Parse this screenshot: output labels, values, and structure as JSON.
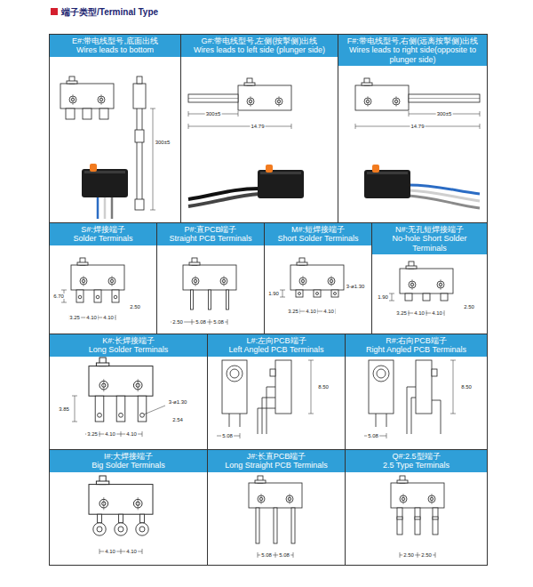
{
  "diagram": {
    "title": "端子类型/Terminal Type",
    "nodes": [
      {
        "text": [
          "E#:带电线型号,底面出线",
          "Wires leads to bottom"
        ]
      },
      {
        "text": [
          "G#:带电线型号,左侧(按掣侧)出线",
          "Wires leads to left side (plunger side)"
        ]
      },
      {
        "text": [
          "F#:带电线型号,右侧(远离按掣侧)出线",
          "Wires leads to right side(opposite to plunger side)"
        ]
      },
      {
        "text": [
          "S#:焊接端子",
          "Solder Terminals"
        ]
      },
      {
        "text": [
          "P#:直PCB端子",
          "Straight PCB Terminals"
        ]
      },
      {
        "text": [
          "M#:短焊接端子",
          "Short Solder Terminals"
        ]
      },
      {
        "text": [
          "N#:无孔短焊接端子",
          "No-hole Short Solder Terminals"
        ]
      },
      {
        "text": [
          "K#:长焊接端子",
          "Long Solder Terminals"
        ]
      },
      {
        "text": [
          "L#:左向PCB端子",
          "Left Angled PCB Terminals"
        ]
      },
      {
        "text": [
          "R#:右向PCB端子",
          "Right Angled PCB Terminals"
        ]
      },
      {
        "text": [
          "I#:大焊接端子",
          "Big Solder Terminals"
        ]
      },
      {
        "text": [
          "J#:长直PCB端子",
          "Long Straight PCB Terminals"
        ]
      },
      {
        "text": [
          "Q#:2.5型端子",
          "2.5 Type Terminals"
        ]
      }
    ],
    "labels": [
      "300±5",
      "300±5",
      "14.79",
      "14.79",
      "300±5",
      "6.70",
      "3.25",
      "4.10",
      "4.10",
      "2.50",
      "2.50",
      "5.08",
      "5.08",
      "1.90",
      "3.25",
      "4.10",
      "4.10",
      "3-ø1.30",
      "1.90",
      "3.25",
      "4.10",
      "4.10",
      "2.50",
      "3.85",
      "3.25",
      "4.10",
      "4.10",
      "3-ø1.30",
      "2.54",
      "5.08",
      "8.50",
      "5.08",
      "8.50",
      "4.10",
      "4.10",
      "5.08",
      "5.08",
      "2.50",
      "2.50"
    ]
  }
}
